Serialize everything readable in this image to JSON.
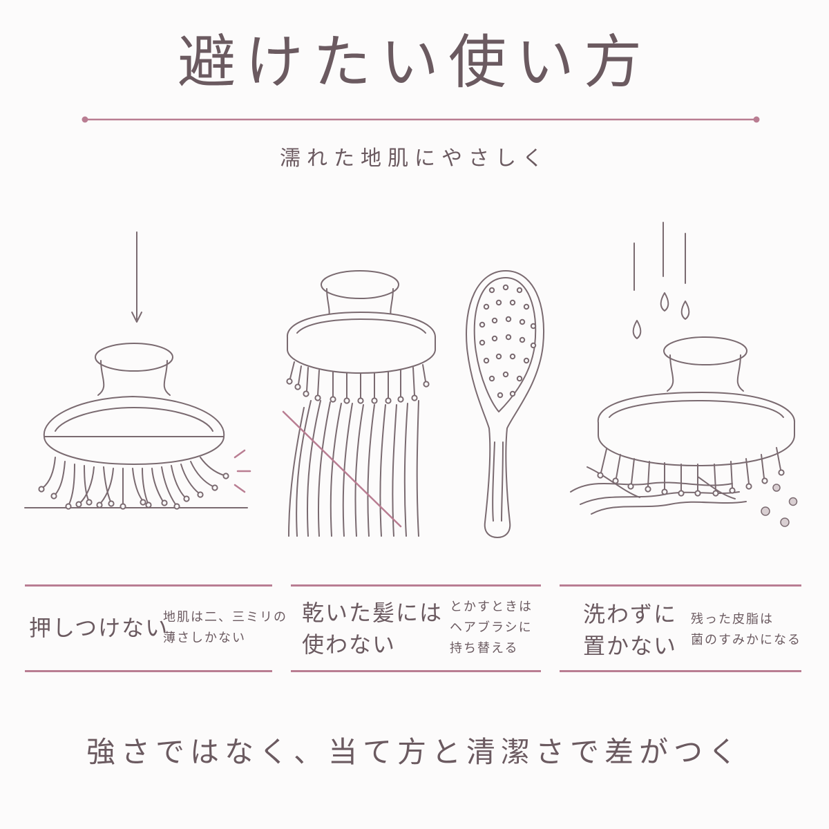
{
  "page": {
    "title": "避けたい使い方",
    "subtitle": "濡れた地肌にやさしく",
    "footer": "強さではなく、当て方と清潔さで差がつく"
  },
  "panels": [
    {
      "main_lines": [
        "押しつけない"
      ],
      "note_lines": [
        "地肌は二、三ミリの",
        "薄さしかない"
      ]
    },
    {
      "main_lines": [
        "乾いた髪には",
        "使わない"
      ],
      "note_lines": [
        "とかすときは",
        "ヘアブラシに",
        "持ち替える"
      ]
    },
    {
      "main_lines": [
        "洗わずに",
        "置かない"
      ],
      "note_lines": [
        "残った皮脂は",
        "菌のすみかになる"
      ]
    }
  ],
  "colors": {
    "accent": "#b97d92",
    "text": "#6b5a60",
    "line_art": "#7a6a70",
    "background": "#fcfbfb"
  },
  "illustrations": [
    {
      "icon": "scalp-brush-pressing-icon"
    },
    {
      "icon": "scalp-brush-on-dry-hair-icon"
    },
    {
      "icon": "paddle-hairbrush-icon"
    },
    {
      "icon": "dirty-scalp-brush-icon"
    }
  ]
}
